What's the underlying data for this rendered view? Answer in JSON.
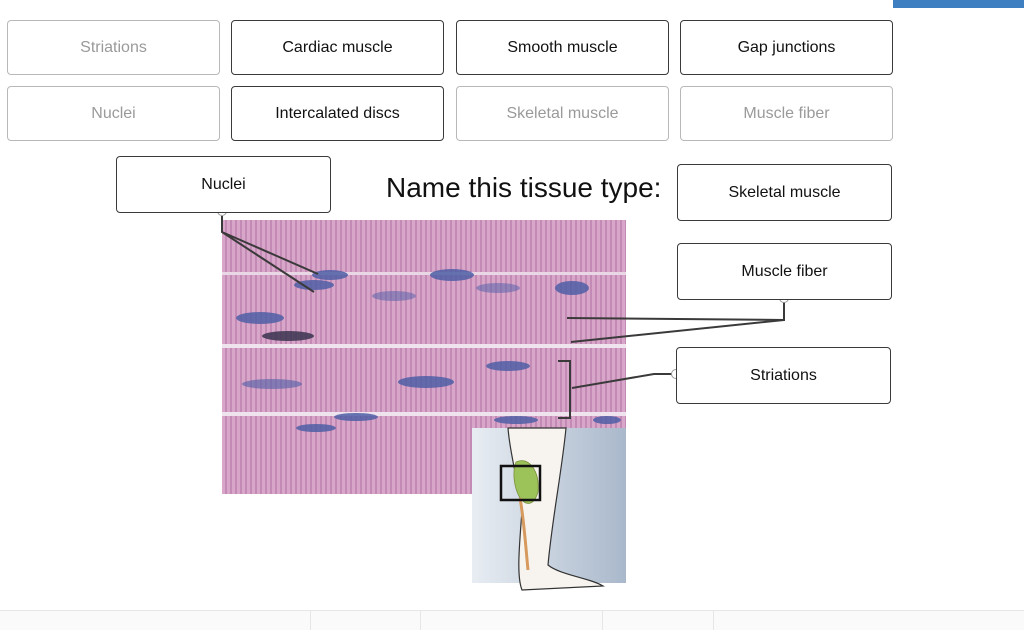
{
  "word_bank": [
    {
      "label": "Striations",
      "state": "used"
    },
    {
      "label": "Cardiac muscle",
      "state": "available"
    },
    {
      "label": "Smooth muscle",
      "state": "available"
    },
    {
      "label": "Gap junctions",
      "state": "available"
    },
    {
      "label": "Nuclei",
      "state": "used"
    },
    {
      "label": "Intercalated discs",
      "state": "available"
    },
    {
      "label": "Skeletal muscle",
      "state": "used"
    },
    {
      "label": "Muscle fiber",
      "state": "used"
    }
  ],
  "question": {
    "prompt": "Name this tissue type:"
  },
  "drop_targets": {
    "nuclei": "Nuclei",
    "tissue_type": "Skeletal muscle",
    "muscle_fiber": "Muscle fiber",
    "striations": "Striations"
  },
  "colors": {
    "accent": "#3d7fc1",
    "tissue_pink": "#d7a3c4",
    "nucleus_blue": "#4f5fa6",
    "leader_line": "#3a3a3a"
  }
}
